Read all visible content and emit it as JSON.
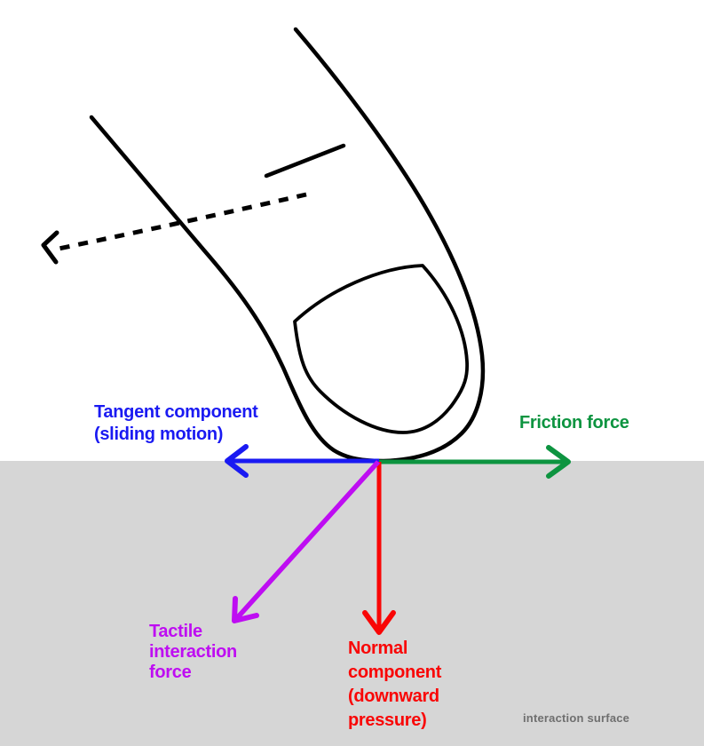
{
  "diagram": {
    "title": "finger-surface contact force diagram",
    "labels": {
      "tangent": {
        "text": "Tangent component\n(sliding motion)",
        "color": "#1a1af2"
      },
      "friction": {
        "text": "Friction force",
        "color": "#0d9440"
      },
      "normal": {
        "text": "Normal\ncomponent\n(downward\npressure)",
        "color": "#f90606"
      },
      "tactile": {
        "text": "Tactile\ninteraction\nforce",
        "color": "#be0df2"
      },
      "surface": {
        "text": "interaction surface",
        "color": "#6f6f6f"
      }
    },
    "arrows": {
      "tangent": {
        "direction": "left",
        "color": "#1a1af2",
        "style": "solid"
      },
      "friction": {
        "direction": "right",
        "color": "#0d9440",
        "style": "solid"
      },
      "normal": {
        "direction": "down",
        "color": "#f90606",
        "style": "solid"
      },
      "tactile": {
        "direction": "down-left",
        "color": "#be0df2",
        "style": "solid"
      },
      "swipe": {
        "direction": "left",
        "color": "#000000",
        "style": "dashed"
      }
    }
  },
  "colors": {
    "blue": "#1a1af2",
    "green": "#0d9440",
    "red": "#f90606",
    "magenta": "#be0df2",
    "surface": "#d6d6d6",
    "surface-text": "#6f6f6f",
    "ink": "#000000"
  }
}
